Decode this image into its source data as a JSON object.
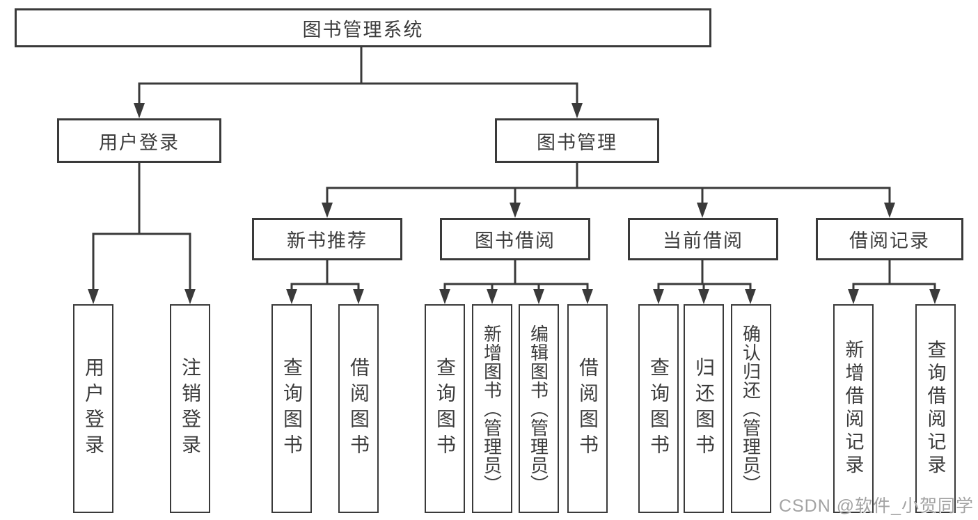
{
  "tree": {
    "label": "图书管理系统",
    "children": [
      {
        "label": "用户登录",
        "children": [
          {
            "label": "用户登录"
          },
          {
            "label": "注销登录"
          }
        ]
      },
      {
        "label": "图书管理",
        "children": [
          {
            "label": "新书推荐",
            "children": [
              {
                "label": "查询图书"
              },
              {
                "label": "借阅图书"
              }
            ]
          },
          {
            "label": "图书借阅",
            "children": [
              {
                "label": "查询图书"
              },
              {
                "label": "新增图书（管理员）"
              },
              {
                "label": "编辑图书（管理员）"
              },
              {
                "label": "借阅图书"
              }
            ]
          },
          {
            "label": "当前借阅",
            "children": [
              {
                "label": "查询图书"
              },
              {
                "label": "归还图书"
              },
              {
                "label": "确认归还（管理员）"
              }
            ]
          },
          {
            "label": "借阅记录",
            "children": [
              {
                "label": "新增借阅记录"
              },
              {
                "label": "查询借阅记录"
              }
            ]
          }
        ]
      }
    ]
  },
  "watermark": {
    "text": "CSDN @软件_小贺同学"
  },
  "colors": {
    "line": "#3a3a3a",
    "text": "#3c3c3c",
    "watermark": "#a3a3a3",
    "background": "#ffffff"
  }
}
